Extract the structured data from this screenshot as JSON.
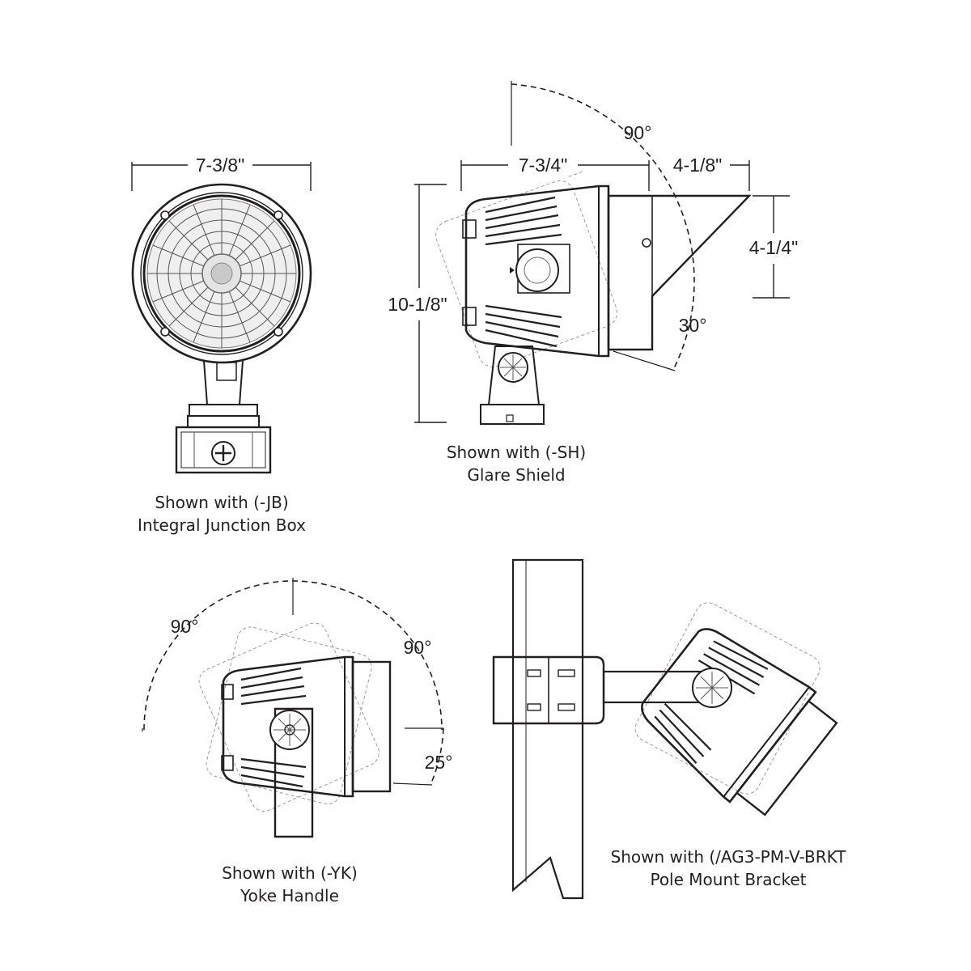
{
  "views": {
    "junction_box": {
      "width_dim": "7-3/8\"",
      "caption_line1": "Shown with (-JB)",
      "caption_line2": "Integral Junction Box"
    },
    "glare_shield": {
      "width_dim": "7-3/4\"",
      "shield_dim": "4-1/8\"",
      "height_dim": "10-1/8\"",
      "shield_height_dim": "4-1/4\"",
      "angle_top": "90°",
      "angle_bottom": "30°",
      "caption_line1": "Shown with (-SH)",
      "caption_line2": "Glare Shield"
    },
    "yoke": {
      "angle_left": "90°",
      "angle_right": "90°",
      "angle_down": "25°",
      "caption_line1": "Shown with (-YK)",
      "caption_line2": "Yoke Handle"
    },
    "pole_mount": {
      "caption_line1": "Shown with (/AG3-PM-V-BRKT",
      "caption_line2": "Pole Mount Bracket"
    }
  }
}
